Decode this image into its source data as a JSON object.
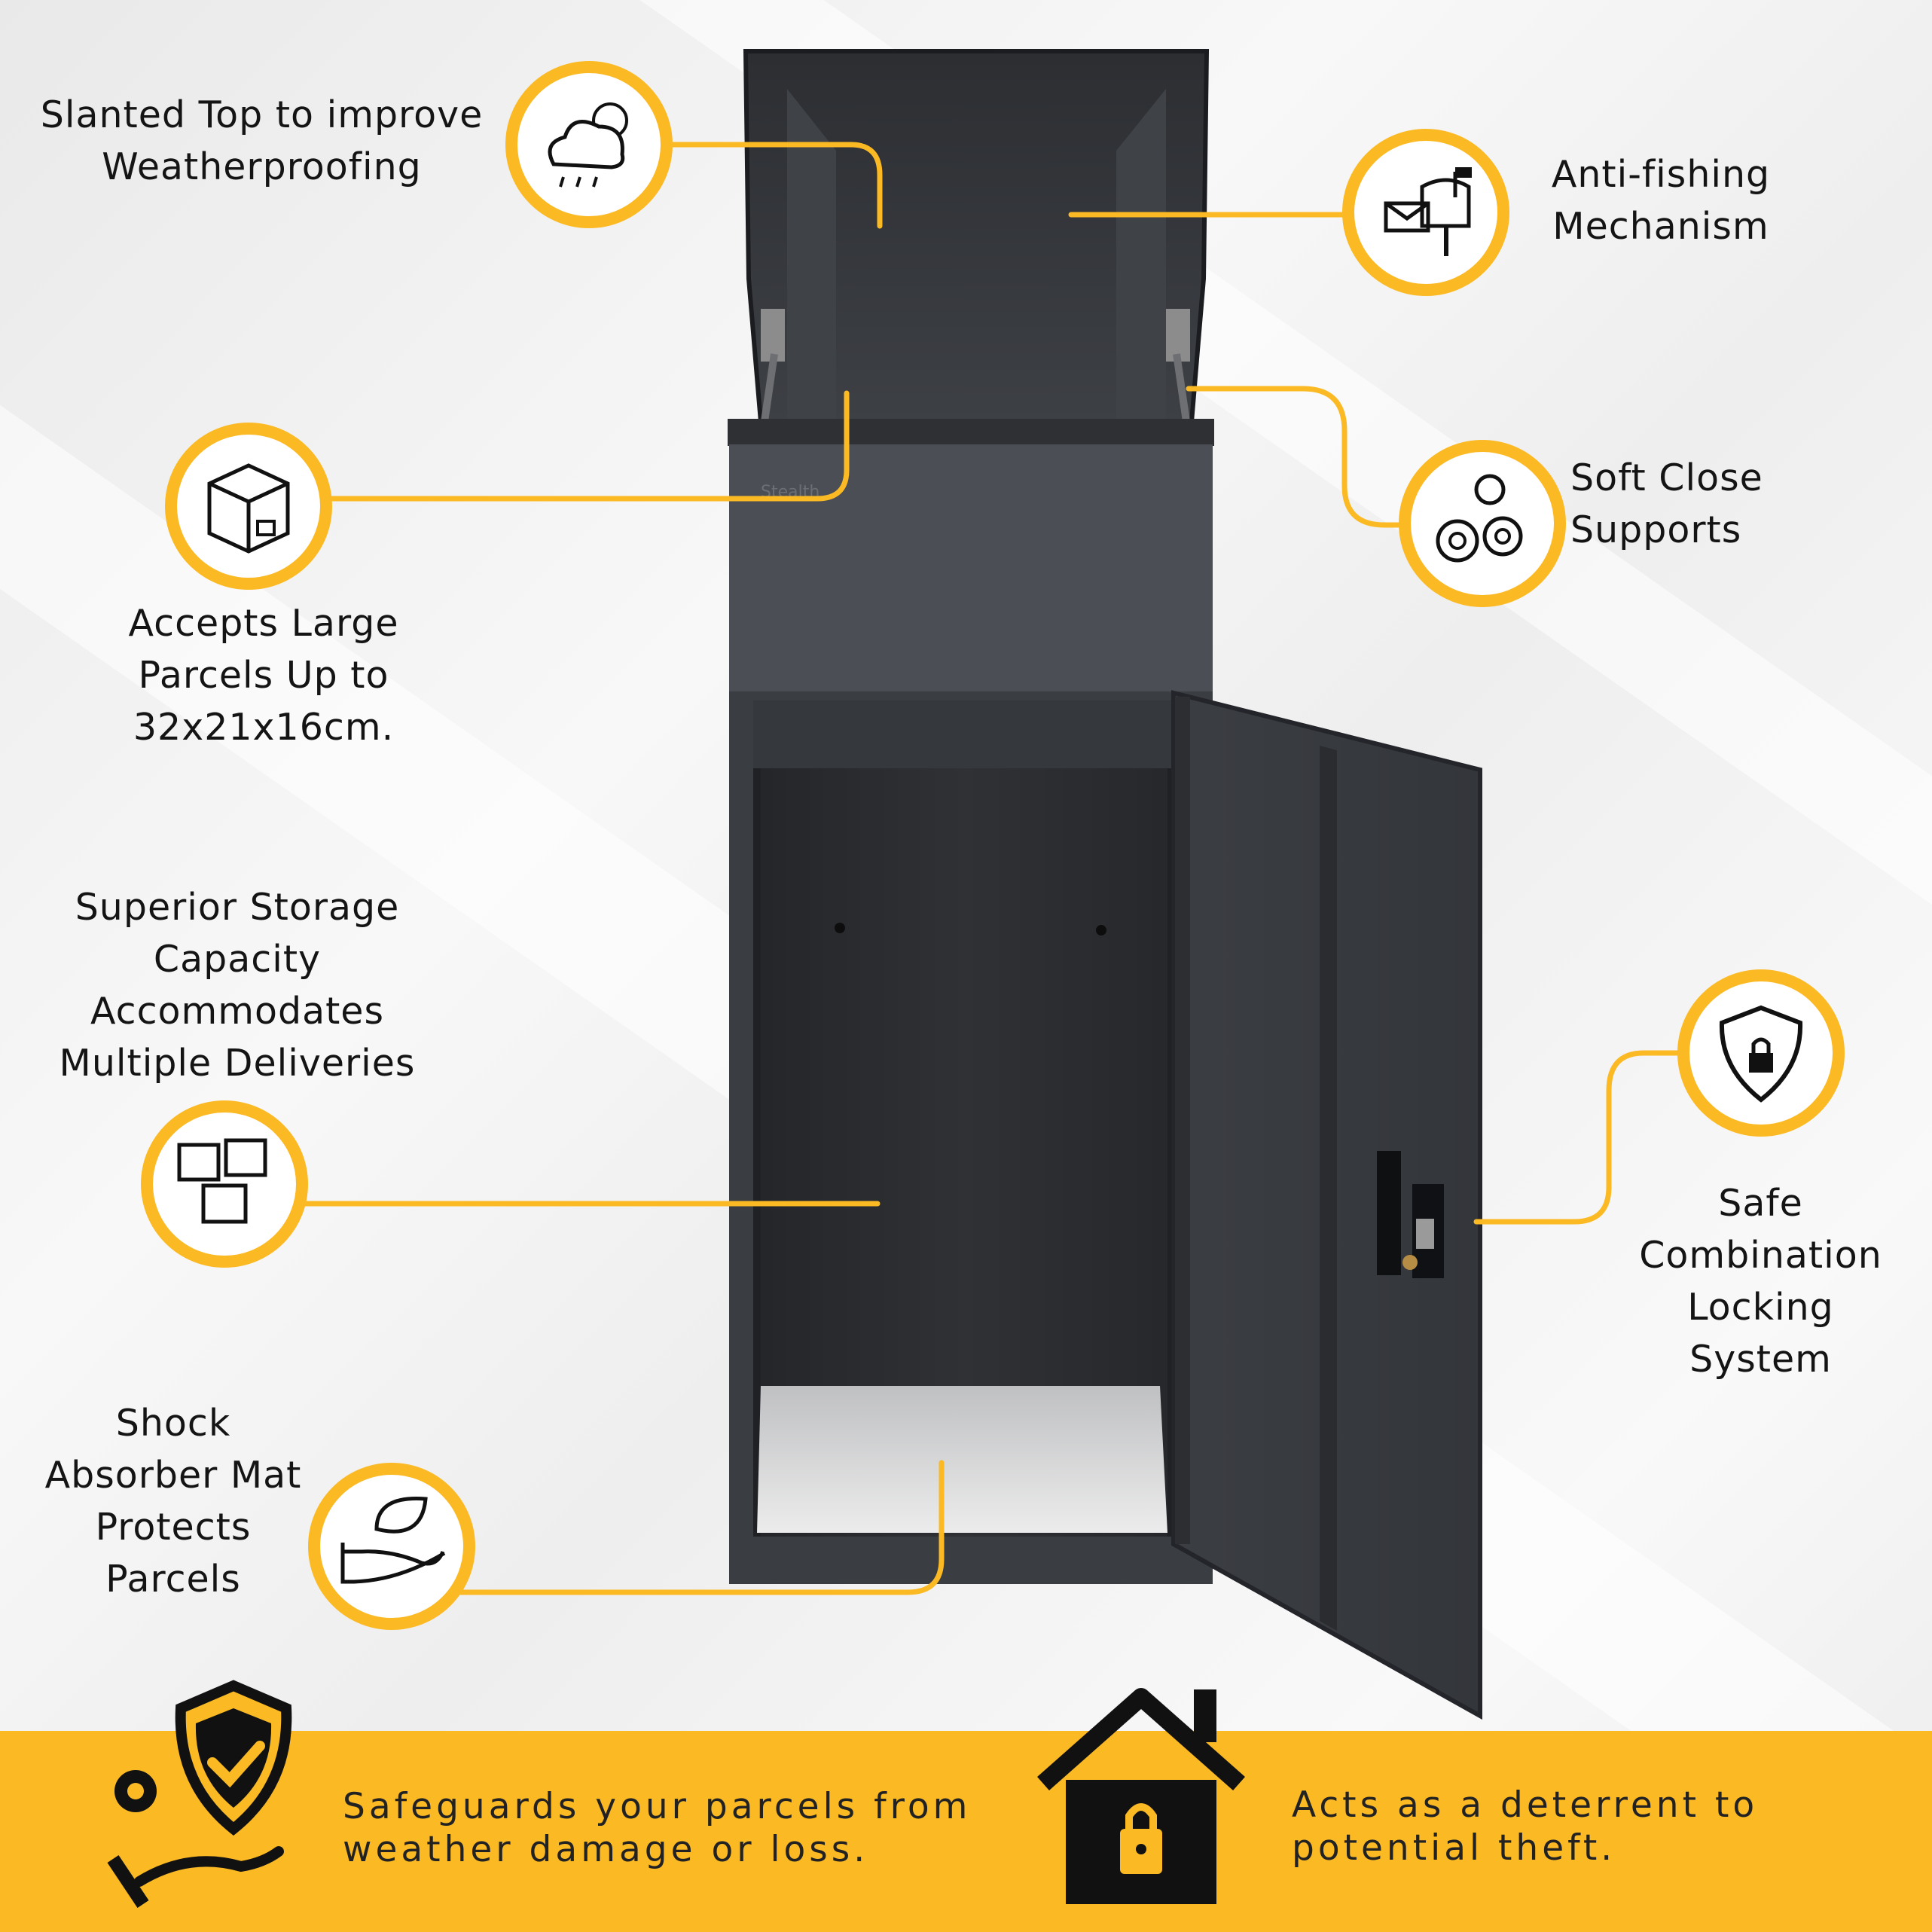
{
  "colors": {
    "accent": "#fbb924",
    "cabinet": "#3a3d42",
    "cabinet_dark": "#2a2c30",
    "text": "#141414",
    "banner": "#fbb924"
  },
  "features": [
    {
      "id": "slanted-top",
      "icon": "weather-cloud-sun-rain-icon",
      "lines": [
        "Slanted Top to improve",
        "Weatherproofing"
      ]
    },
    {
      "id": "anti-fishing",
      "icon": "mailbox-letter-icon",
      "lines": [
        "Anti-fishing",
        "Mechanism"
      ]
    },
    {
      "id": "large-parcels",
      "icon": "parcel-box-icon",
      "lines": [
        "Accepts Large",
        "Parcels Up to",
        "32x21x16cm."
      ]
    },
    {
      "id": "soft-close",
      "icon": "gears-icon",
      "lines": [
        "Soft Close",
        "Supports"
      ]
    },
    {
      "id": "storage",
      "icon": "stacked-boxes-icon",
      "lines": [
        "Superior Storage",
        "Capacity",
        "Accommodates",
        "Multiple Deliveries"
      ]
    },
    {
      "id": "lock",
      "icon": "shield-lock-icon",
      "lines": [
        "Safe",
        "Combination",
        "Locking",
        "System"
      ]
    },
    {
      "id": "mat",
      "icon": "hand-leaf-icon",
      "lines": [
        "Shock",
        "Absorber Mat",
        "Protects",
        "Parcels"
      ]
    }
  ],
  "banner": {
    "left": {
      "icon": "shield-check-gear-hand-icon",
      "lines": [
        "Safeguards your parcels from",
        "weather damage or loss."
      ]
    },
    "right": {
      "icon": "house-lock-icon",
      "lines": [
        "Acts as a deterrent to",
        "potential theft."
      ]
    }
  },
  "product": {
    "brand_mark": "Stealth"
  }
}
